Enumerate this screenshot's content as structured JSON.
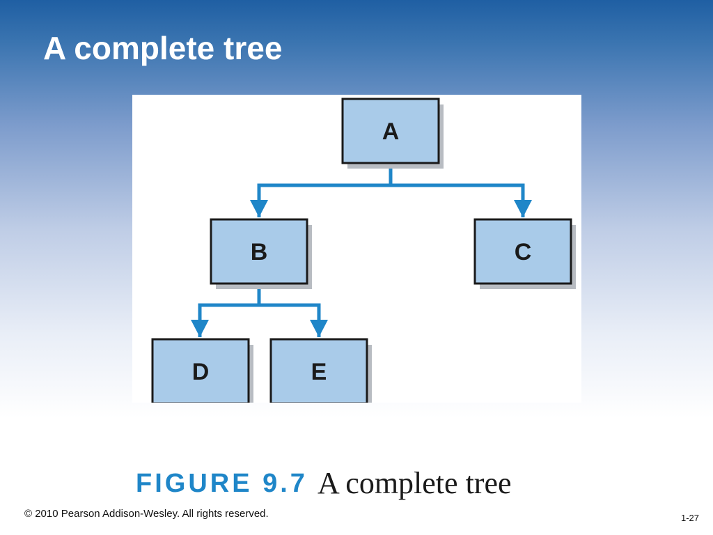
{
  "slide": {
    "title": "A complete tree"
  },
  "diagram": {
    "nodes": [
      {
        "id": "A",
        "label": "A"
      },
      {
        "id": "B",
        "label": "B"
      },
      {
        "id": "C",
        "label": "C"
      },
      {
        "id": "D",
        "label": "D"
      },
      {
        "id": "E",
        "label": "E"
      }
    ],
    "edges": [
      {
        "from": "A",
        "to": "B"
      },
      {
        "from": "A",
        "to": "C"
      },
      {
        "from": "B",
        "to": "D"
      },
      {
        "from": "B",
        "to": "E"
      }
    ]
  },
  "caption": {
    "number": "FIGURE 9.7",
    "text": "A complete tree"
  },
  "footer": {
    "copyright": "© 2010 Pearson Addison-Wesley. All rights reserved.",
    "page": "1-27"
  },
  "colors": {
    "node_fill": "#a9cbe9",
    "connector": "#1f86c8",
    "figure_label": "#1f86c8"
  }
}
